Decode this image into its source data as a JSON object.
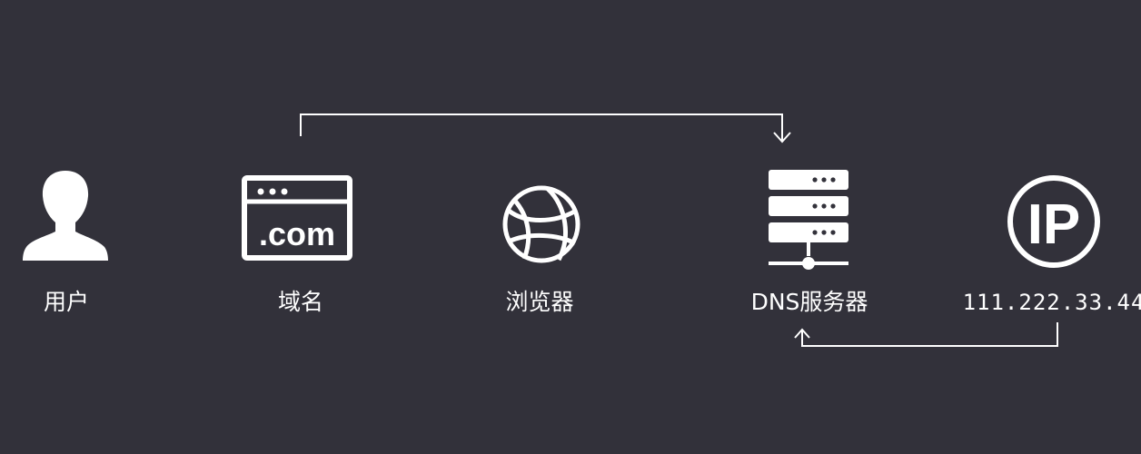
{
  "nodes": [
    {
      "id": "user",
      "label": "用户",
      "icon": "user-icon"
    },
    {
      "id": "domain",
      "label": "域名",
      "icon": "browser-window-icon",
      "icon_text": ".com"
    },
    {
      "id": "browser",
      "label": "浏览器",
      "icon": "globe-icon"
    },
    {
      "id": "dns",
      "label": "DNS服务器",
      "icon": "server-stack-icon"
    },
    {
      "id": "ip",
      "label": "111.222.33.44",
      "icon": "ip-icon",
      "icon_text": "IP"
    }
  ],
  "arrows": [
    {
      "from": "domain",
      "to": "dns",
      "direction": "top"
    },
    {
      "from": "ip",
      "to": "dns",
      "direction": "bottom"
    }
  ],
  "colors": {
    "background": "#32313a",
    "foreground": "#ffffff"
  }
}
